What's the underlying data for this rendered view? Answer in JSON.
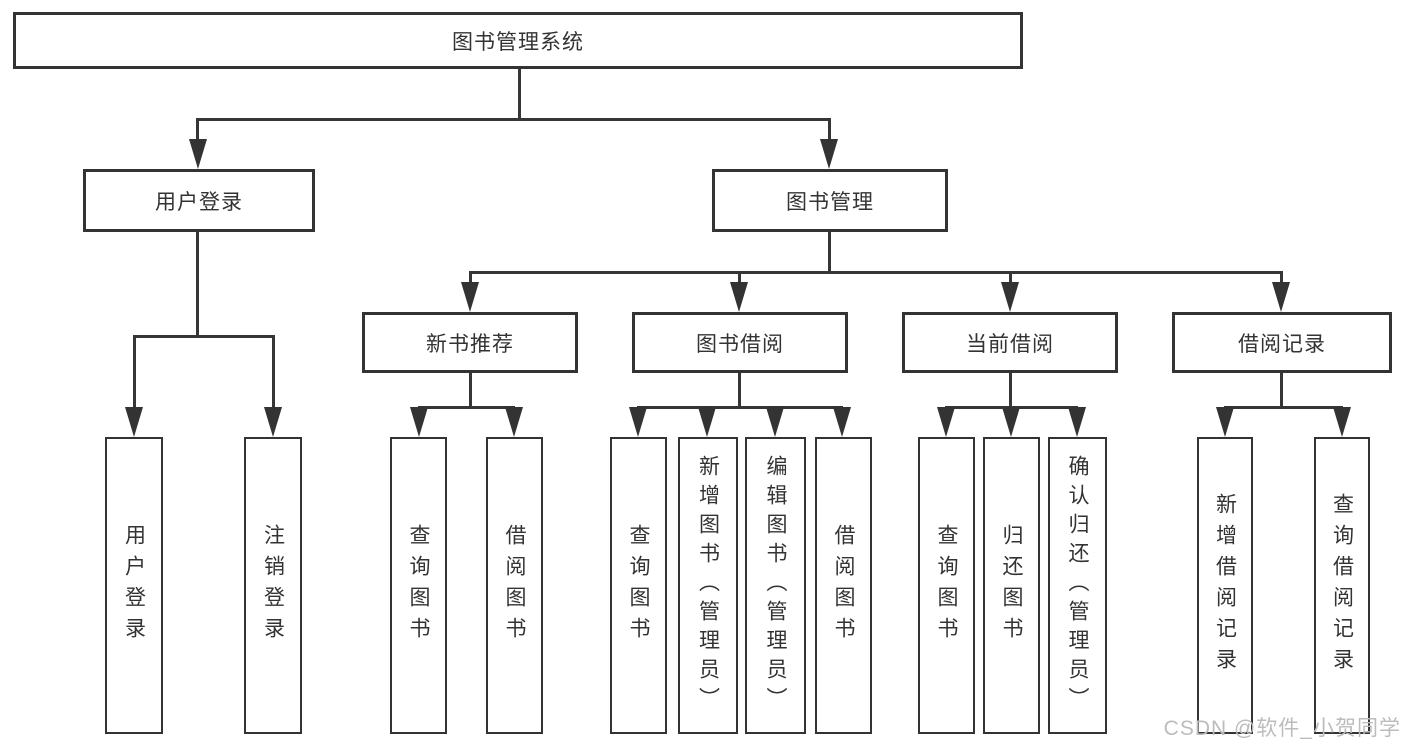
{
  "diagram": {
    "root": {
      "label": "图书管理系统"
    },
    "level2": [
      {
        "label": "用户登录"
      },
      {
        "label": "图书管理"
      }
    ],
    "level3": [
      {
        "label": "新书推荐"
      },
      {
        "label": "图书借阅"
      },
      {
        "label": "当前借阅"
      },
      {
        "label": "借阅记录"
      }
    ],
    "leaves": {
      "user_login": [
        "用户登录",
        "注销登录"
      ],
      "new_book_recommend": [
        "查询图书",
        "借阅图书"
      ],
      "book_borrow": [
        "查询图书",
        "新增图书（管理员）",
        "编辑图书（管理员）",
        "借阅图书"
      ],
      "current_borrow": [
        "查询图书",
        "归还图书",
        "确认归还（管理员）"
      ],
      "borrow_records": [
        "新增借阅记录",
        "查询借阅记录"
      ]
    },
    "colors": {
      "line": "#363636",
      "border": "#333333",
      "text": "#333333",
      "background": "#ffffff"
    }
  },
  "watermark": {
    "text": "CSDN @软件_小贺同学",
    "color": "#bcbcbc"
  }
}
